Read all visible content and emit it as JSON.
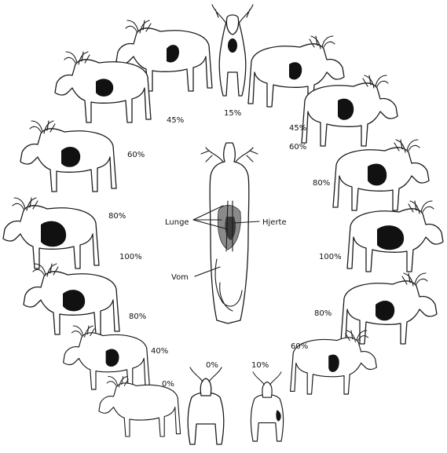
{
  "labels": {
    "lunge": "Lunge",
    "hjerte": "Hjerte",
    "vom": "Vom"
  },
  "percentages": {
    "top_center": "15%",
    "upper_left": "45%",
    "upper_right": "45%",
    "left_60": "60%",
    "right_60": "60%",
    "left_80": "80%",
    "right_80": "80%",
    "left_100": "100%",
    "right_100": "100%",
    "lower_left_80": "80%",
    "lower_right_80": "80%",
    "left_40": "40%",
    "right_60_low": "60%",
    "left_0": "0%",
    "center_0": "0%",
    "right_10": "10%"
  },
  "colors": {
    "ink": "#111111",
    "background": "#ffffff"
  }
}
